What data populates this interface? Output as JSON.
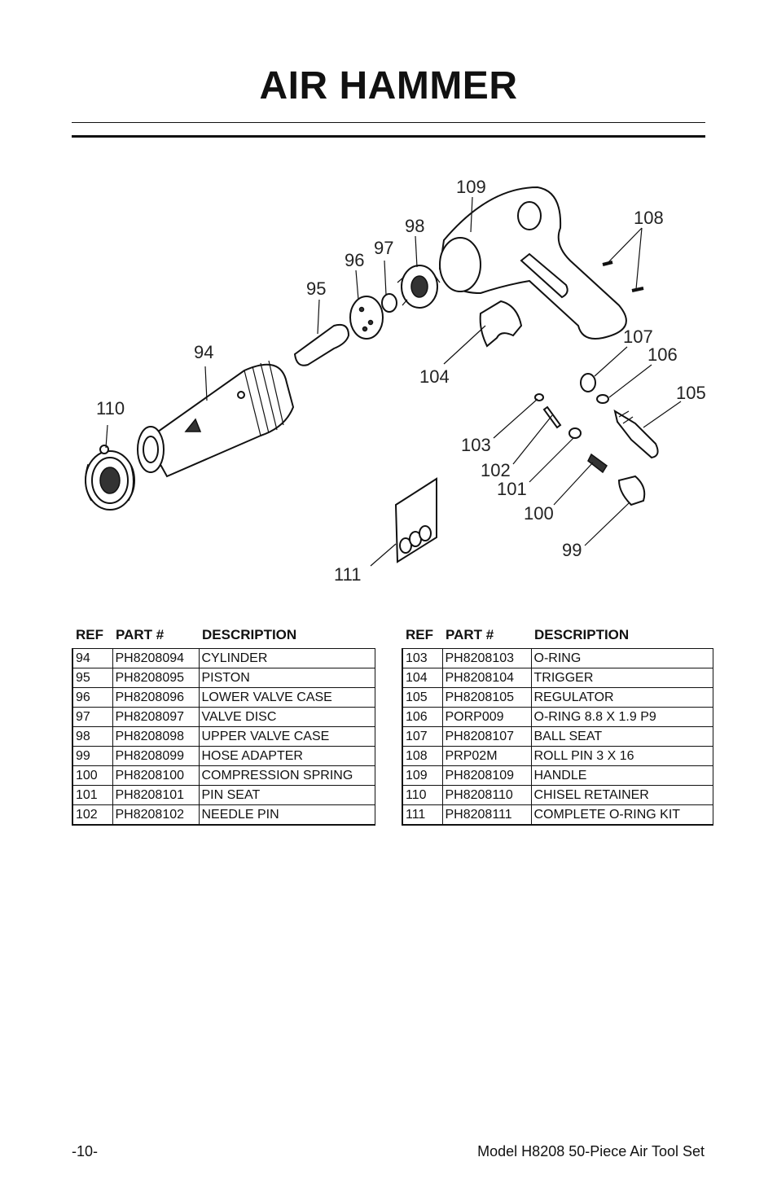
{
  "title": "AIR HAMMER",
  "callouts": [
    "94",
    "95",
    "96",
    "97",
    "98",
    "99",
    "100",
    "101",
    "102",
    "103",
    "104",
    "105",
    "106",
    "107",
    "108",
    "109",
    "110",
    "111"
  ],
  "table_headers": {
    "ref": "REF",
    "part": "PART #",
    "desc": "DESCRIPTION"
  },
  "left_table": [
    {
      "ref": "94",
      "part": "PH8208094",
      "desc": "CYLINDER"
    },
    {
      "ref": "95",
      "part": "PH8208095",
      "desc": "PISTON"
    },
    {
      "ref": "96",
      "part": "PH8208096",
      "desc": "LOWER VALVE CASE"
    },
    {
      "ref": "97",
      "part": "PH8208097",
      "desc": "VALVE DISC"
    },
    {
      "ref": "98",
      "part": "PH8208098",
      "desc": "UPPER VALVE CASE"
    },
    {
      "ref": "99",
      "part": "PH8208099",
      "desc": "HOSE ADAPTER"
    },
    {
      "ref": "100",
      "part": "PH8208100",
      "desc": "COMPRESSION SPRING"
    },
    {
      "ref": "101",
      "part": "PH8208101",
      "desc": "PIN SEAT"
    },
    {
      "ref": "102",
      "part": "PH8208102",
      "desc": "NEEDLE PIN"
    }
  ],
  "right_table": [
    {
      "ref": "103",
      "part": "PH8208103",
      "desc": "O-RING"
    },
    {
      "ref": "104",
      "part": "PH8208104",
      "desc": "TRIGGER"
    },
    {
      "ref": "105",
      "part": "PH8208105",
      "desc": "REGULATOR"
    },
    {
      "ref": "106",
      "part": "PORP009",
      "desc": "O-RING 8.8 X 1.9 P9"
    },
    {
      "ref": "107",
      "part": "PH8208107",
      "desc": "BALL SEAT"
    },
    {
      "ref": "108",
      "part": "PRP02M",
      "desc": "ROLL PIN 3 X 16"
    },
    {
      "ref": "109",
      "part": "PH8208109",
      "desc": "HANDLE"
    },
    {
      "ref": "110",
      "part": "PH8208110",
      "desc": "CHISEL RETAINER"
    },
    {
      "ref": "111",
      "part": "PH8208111",
      "desc": "COMPLETE O-RING KIT"
    }
  ],
  "footer": {
    "page": "-10-",
    "model": "Model H8208 50-Piece Air Tool Set"
  }
}
